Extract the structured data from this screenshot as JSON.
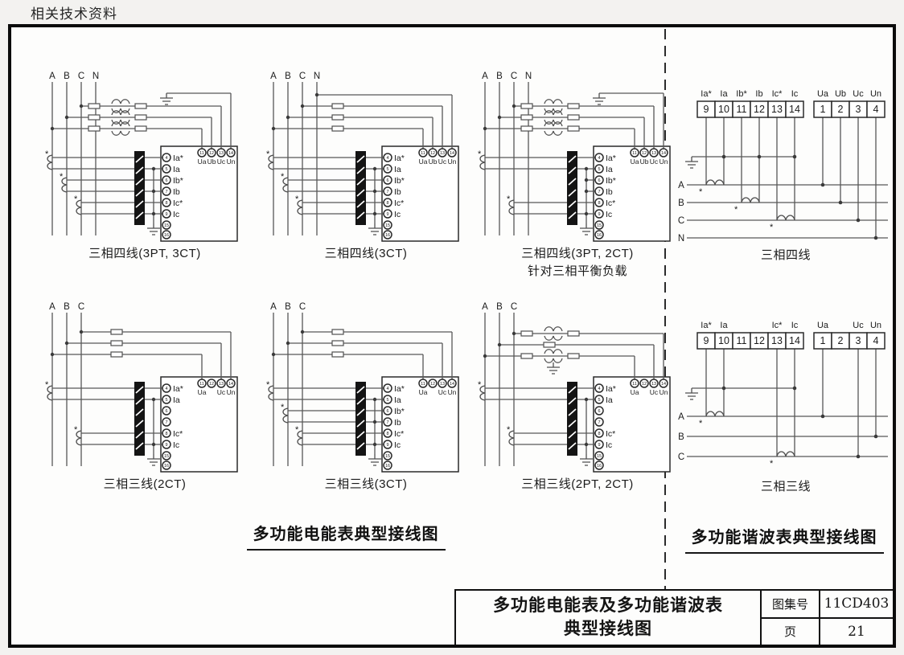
{
  "header": {
    "label": "相关技术资料"
  },
  "sections": {
    "left_title": "多功能电能表典型接线图",
    "right_title": "多功能谐波表典型接线图"
  },
  "title_block": {
    "line1": "多功能电能表及多功能谐波表",
    "line2": "典型接线图",
    "atlas_no_label": "图集号",
    "atlas_no": "11CD403",
    "page_label": "页",
    "page_no": "21"
  },
  "meter_diagrams": [
    {
      "caption": "三相四线(3PT, 3CT)",
      "note": "",
      "phases": [
        "A",
        "B",
        "C",
        "N"
      ],
      "current_nums": [
        "4",
        "5",
        "6",
        "7",
        "8",
        "9"
      ],
      "spare_nums": [
        "15",
        "16"
      ],
      "current_labels": [
        "Ia*",
        "Ia",
        "Ib*",
        "Ib",
        "Ic*",
        "Ic"
      ],
      "voltage_nums": [
        "11",
        "12",
        "13",
        "14"
      ],
      "voltage_labels": [
        "Ua",
        "Ub",
        "Uc",
        "Un"
      ]
    },
    {
      "caption": "三相四线(3CT)",
      "note": "",
      "phases": [
        "A",
        "B",
        "C",
        "N"
      ],
      "current_nums": [
        "4",
        "5",
        "6",
        "7",
        "8",
        "9"
      ],
      "spare_nums": [
        "15",
        "16"
      ],
      "current_labels": [
        "Ia*",
        "Ia",
        "Ib*",
        "Ib",
        "Ic*",
        "Ic"
      ],
      "voltage_nums": [
        "11",
        "12",
        "13",
        "14"
      ],
      "voltage_labels": [
        "Ua",
        "Ub",
        "Uc",
        "Un"
      ]
    },
    {
      "caption": "三相四线(3PT, 2CT)",
      "note": "针对三相平衡负载",
      "phases": [
        "A",
        "B",
        "C",
        "N"
      ],
      "current_nums": [
        "4",
        "5",
        "6",
        "7",
        "8",
        "9"
      ],
      "spare_nums": [
        "15",
        "16"
      ],
      "current_labels": [
        "Ia*",
        "Ia",
        "Ib*",
        "Ib",
        "Ic*",
        "Ic"
      ],
      "voltage_nums": [
        "11",
        "12",
        "13",
        "14"
      ],
      "voltage_labels": [
        "Ua",
        "Ub",
        "Uc",
        "Un"
      ]
    },
    {
      "caption": "三相三线(2CT)",
      "note": "",
      "phases": [
        "A",
        "B",
        "C"
      ],
      "current_nums": [
        "4",
        "5",
        "6",
        "7",
        "8",
        "9"
      ],
      "spare_nums": [
        "15",
        "16"
      ],
      "current_labels": [
        "Ia*",
        "Ia",
        "",
        "",
        "Ic*",
        "Ic"
      ],
      "voltage_nums": [
        "11",
        "12",
        "13",
        "14"
      ],
      "voltage_labels": [
        "Ua",
        "",
        "Uc",
        "Un"
      ]
    },
    {
      "caption": "三相三线(3CT)",
      "note": "",
      "phases": [
        "A",
        "B",
        "C"
      ],
      "current_nums": [
        "4",
        "5",
        "6",
        "7",
        "8",
        "9"
      ],
      "spare_nums": [
        "15",
        "16"
      ],
      "current_labels": [
        "Ia*",
        "Ia",
        "Ib*",
        "Ib",
        "Ic*",
        "Ic"
      ],
      "voltage_nums": [
        "11",
        "12",
        "13",
        "14"
      ],
      "voltage_labels": [
        "Ua",
        "",
        "Uc",
        "Un"
      ]
    },
    {
      "caption": "三相三线(2PT, 2CT)",
      "note": "",
      "phases": [
        "A",
        "B",
        "C"
      ],
      "current_nums": [
        "4",
        "5",
        "6",
        "7",
        "8",
        "9"
      ],
      "spare_nums": [
        "15",
        "16"
      ],
      "current_labels": [
        "Ia*",
        "Ia",
        "",
        "",
        "Ic*",
        "Ic"
      ],
      "voltage_nums": [
        "11",
        "12",
        "13",
        "14"
      ],
      "voltage_labels": [
        "Ua",
        "",
        "Uc",
        "Un"
      ]
    }
  ],
  "harmonic_diagrams": [
    {
      "caption": "三相四线",
      "phases": [
        "A",
        "B",
        "C",
        "N"
      ],
      "current_nums": [
        "9",
        "10",
        "11",
        "12",
        "13",
        "14"
      ],
      "current_labels": [
        "Ia*",
        "Ia",
        "Ib*",
        "Ib",
        "Ic*",
        "Ic"
      ],
      "voltage_nums": [
        "1",
        "2",
        "3",
        "4"
      ],
      "voltage_labels": [
        "Ua",
        "Ub",
        "Uc",
        "Un"
      ]
    },
    {
      "caption": "三相三线",
      "phases": [
        "A",
        "B",
        "C"
      ],
      "current_nums": [
        "9",
        "10",
        "11",
        "12",
        "13",
        "14"
      ],
      "current_labels": [
        "Ia*",
        "Ia",
        "",
        "",
        "Ic*",
        "Ic"
      ],
      "voltage_nums": [
        "1",
        "2",
        "3",
        "4"
      ],
      "voltage_labels": [
        "Ua",
        "",
        "Uc",
        "Un"
      ]
    }
  ]
}
